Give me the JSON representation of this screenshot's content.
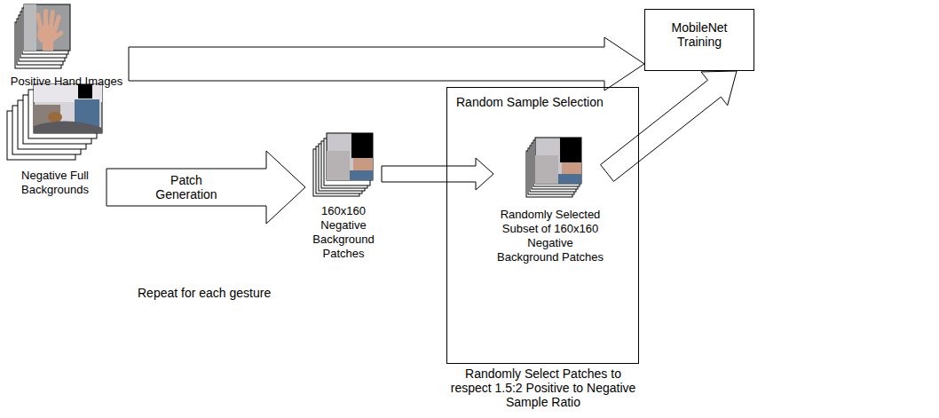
{
  "diagram": {
    "nodes": [
      {
        "text": [
          "Positive Hand Images"
        ]
      },
      {
        "text": [
          "MobileNet Training"
        ]
      },
      {
        "text": [
          "Negative Full Backgrounds"
        ]
      },
      {
        "text": [
          "160x160 Negative Background Patches"
        ]
      },
      {
        "text": [
          "Random Sample Selection",
          "Randomly Select Patches to respect 1.5:2 Positive to Negative Sample Ratio"
        ]
      },
      {
        "text": [
          "Randomly Selected Subset of 160x160 Negative Background Patches"
        ],
        "in": 4
      }
    ],
    "edges": [
      {
        "from": 0,
        "to": 1,
        "arrow": "to"
      },
      {
        "from": 2,
        "to": 3,
        "arrow": "to",
        "label": "Patch Generation"
      },
      {
        "from": 3,
        "to": 5,
        "arrow": "to"
      },
      {
        "from": 5,
        "to": 1,
        "arrow": "to"
      }
    ],
    "labels": [
      "Repeat for each gesture"
    ]
  }
}
